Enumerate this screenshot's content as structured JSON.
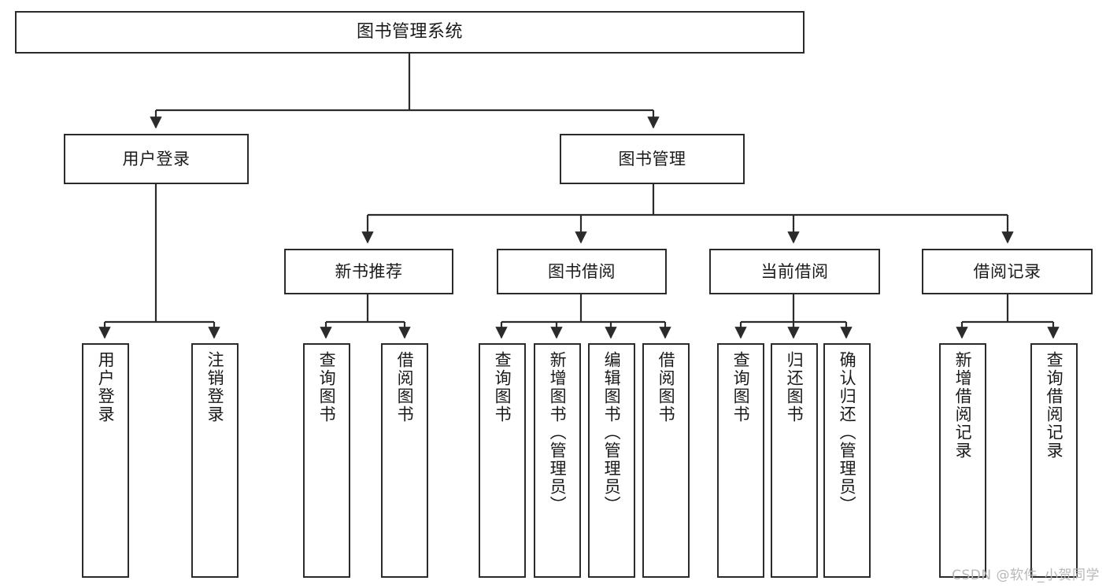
{
  "diagram": {
    "title": "图书管理系统",
    "watermark": "CSDN @软件_小贺同学",
    "colors": {
      "stroke": "#2b2b2b",
      "fill": "#ffffff",
      "text": "#1a1a1a",
      "watermark": "#b8b8b8"
    },
    "root": {
      "label": "图书管理系统"
    },
    "level2": [
      {
        "label": "用户登录"
      },
      {
        "label": "图书管理"
      }
    ],
    "level3": [
      {
        "label": "新书推荐"
      },
      {
        "label": "图书借阅"
      },
      {
        "label": "当前借阅"
      },
      {
        "label": "借阅记录"
      }
    ],
    "leaves": {
      "user_login": [
        {
          "label": "用户登录"
        },
        {
          "label": "注销登录"
        }
      ],
      "new_book": [
        {
          "label": "查询图书"
        },
        {
          "label": "借阅图书"
        }
      ],
      "book_borrow": [
        {
          "label": "查询图书"
        },
        {
          "label": "新增图书（管理员）"
        },
        {
          "label": "编辑图书（管理员）"
        },
        {
          "label": "借阅图书"
        }
      ],
      "current_borrow": [
        {
          "label": "查询图书"
        },
        {
          "label": "归还图书"
        },
        {
          "label": "确认归还（管理员）"
        }
      ],
      "borrow_record": [
        {
          "label": "新增借阅记录"
        },
        {
          "label": "查询借阅记录"
        }
      ]
    }
  }
}
